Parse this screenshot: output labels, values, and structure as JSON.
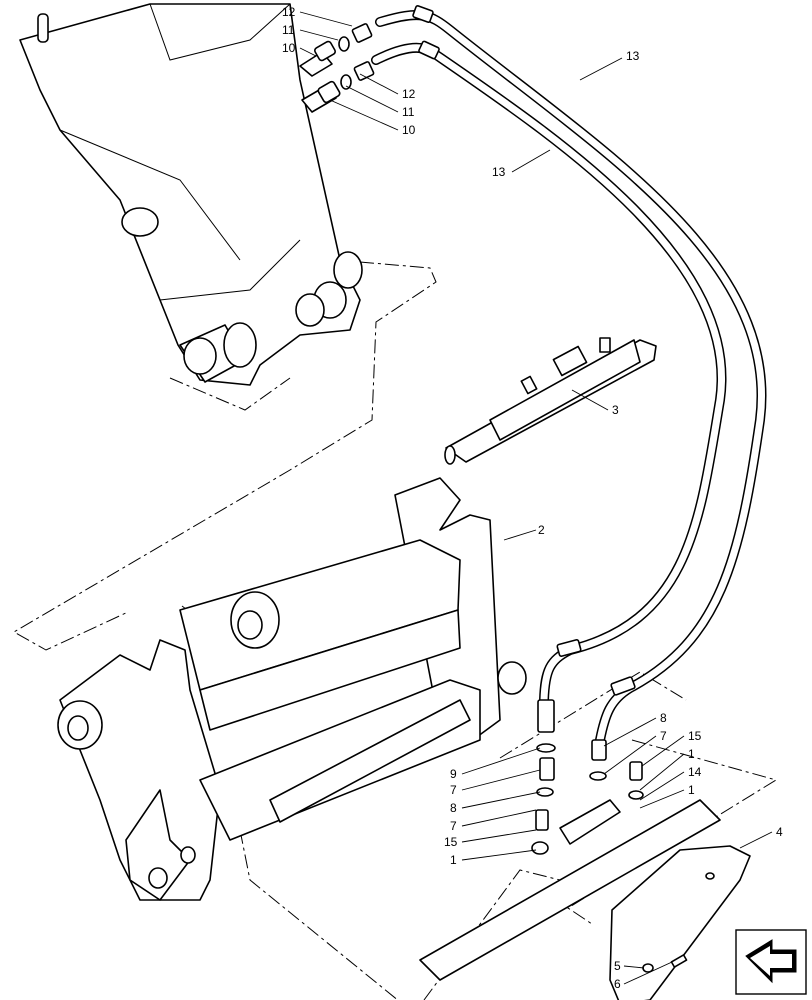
{
  "callouts": {
    "c12a": "12",
    "c11a": "11",
    "c10a": "10",
    "c12b": "12",
    "c11b": "11",
    "c10b": "10",
    "c13a": "13",
    "c13b": "13",
    "c3": "3",
    "c2": "2",
    "c4": "4",
    "c8a": "8",
    "c7a": "7",
    "c15a": "15",
    "c1a": "1",
    "c14": "14",
    "c1b": "1",
    "c9": "9",
    "c7b": "7",
    "c8b": "8",
    "c7c": "7",
    "c15b": "15",
    "c1c": "1",
    "c5": "5",
    "c6": "6"
  },
  "icons": {
    "nav": "next-page-arrow-icon"
  }
}
